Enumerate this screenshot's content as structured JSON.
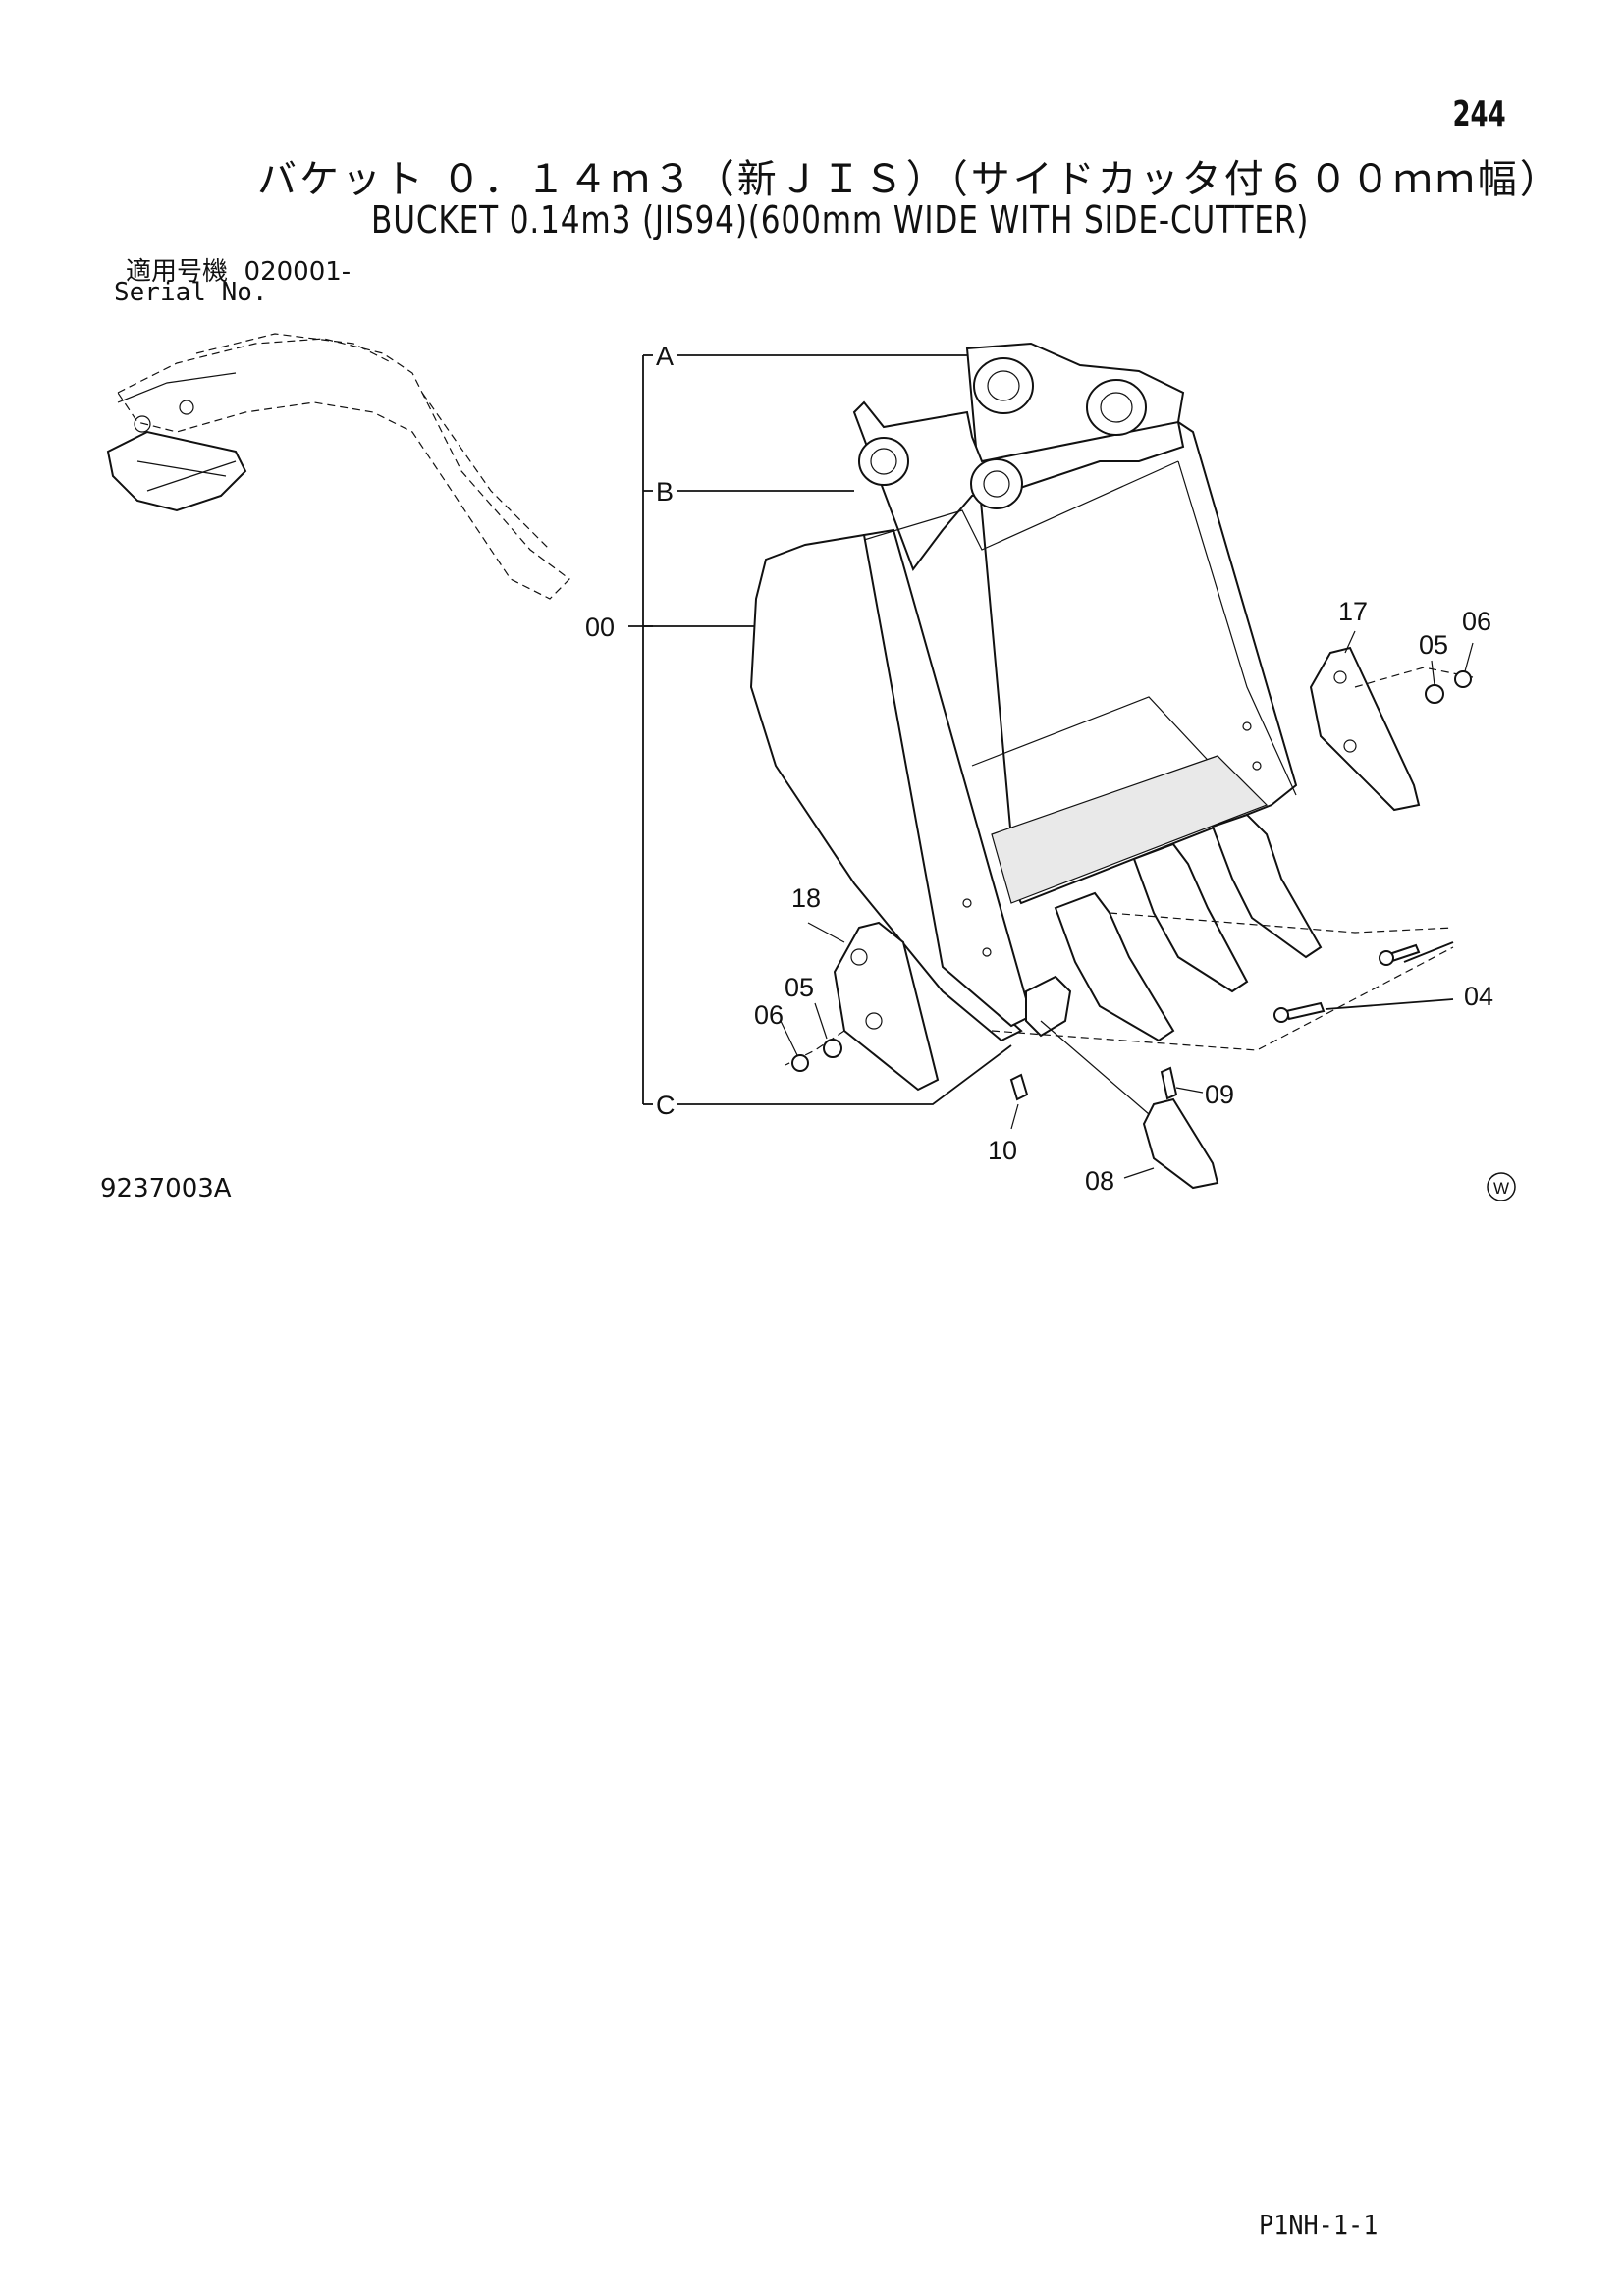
{
  "page": {
    "number": "244",
    "title_ja": "バケット ０．１４ｍ３（新ＪＩＳ）（サイドカッタ付６００ｍｍ幅）",
    "title_en": "BUCKET 0.14m3 (JIS94)(600mm WIDE WITH SIDE-CUTTER)",
    "serial_label_ja": "適用号機",
    "serial_value": "020001-",
    "serial_label_en": "Serial No.",
    "drawing_id": "9237003A",
    "page_code": "P1NH-1-1",
    "watermark": "W"
  },
  "callouts": {
    "A": "A",
    "B": "B",
    "C": "C",
    "c00": "00",
    "c17": "17",
    "c05_right": "05",
    "c06_right": "06",
    "c18": "18",
    "c05_left": "05",
    "c06_left": "06",
    "c04": "04",
    "c09": "09",
    "c10": "10",
    "c08": "08"
  }
}
